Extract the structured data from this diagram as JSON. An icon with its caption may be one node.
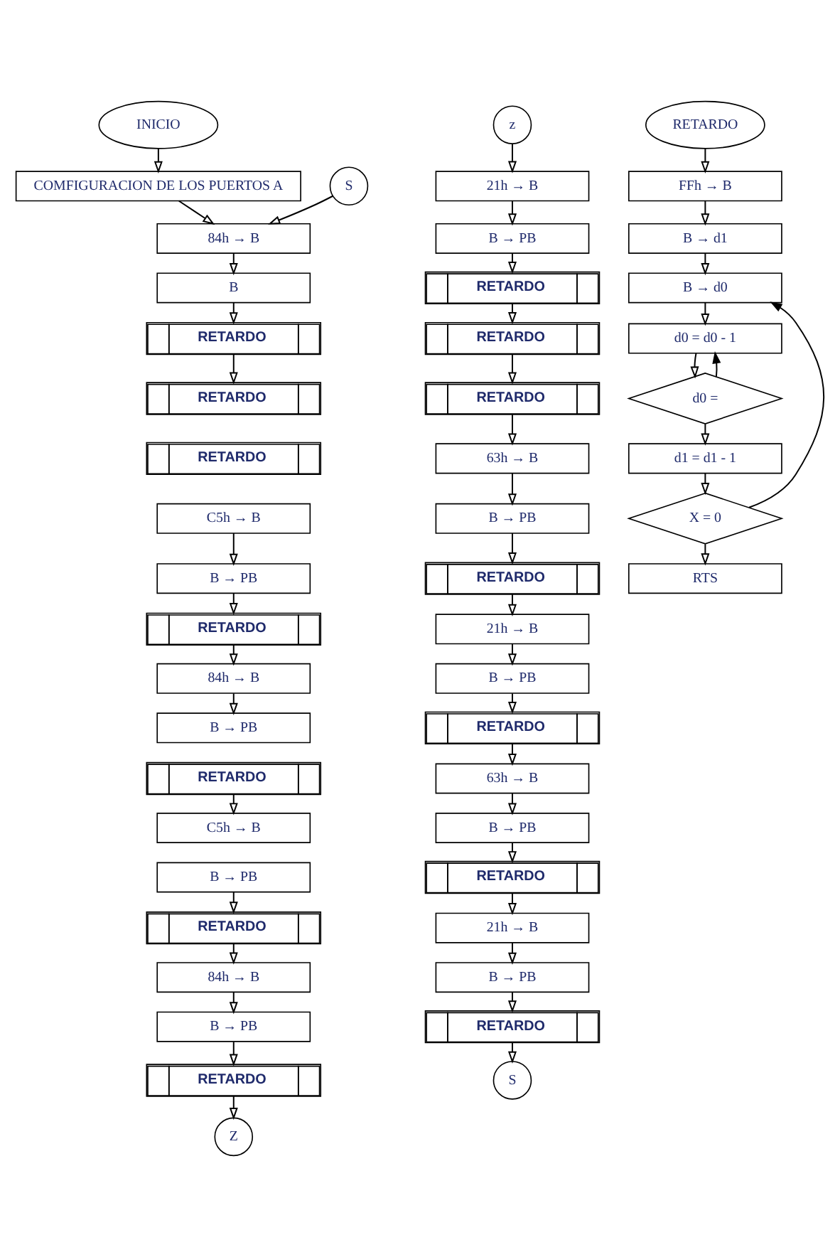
{
  "diagram": {
    "nodes": [
      {
        "text": [
          "INICIO"
        ]
      },
      {
        "text": [
          "COMFIGURACION DE LOS PUERTOS A"
        ]
      },
      {
        "text": [
          "S"
        ]
      },
      {
        "text": [
          "84h → B"
        ]
      },
      {
        "text": [
          "B"
        ]
      },
      {
        "text": [
          "RETARDO"
        ]
      },
      {
        "text": [
          "RETARDO"
        ]
      },
      {
        "text": [
          "RETARDO"
        ]
      },
      {
        "text": [
          "C5h → B"
        ]
      },
      {
        "text": [
          "B → PB"
        ]
      },
      {
        "text": [
          "RETARDO"
        ]
      },
      {
        "text": [
          "84h → B"
        ]
      },
      {
        "text": [
          "B → PB"
        ]
      },
      {
        "text": [
          "RETARDO"
        ]
      },
      {
        "text": [
          "C5h → B"
        ]
      },
      {
        "text": [
          "B → PB"
        ]
      },
      {
        "text": [
          "RETARDO"
        ]
      },
      {
        "text": [
          "84h → B"
        ]
      },
      {
        "text": [
          "B → PB"
        ]
      },
      {
        "text": [
          "RETARDO"
        ]
      },
      {
        "text": [
          "Z"
        ]
      },
      {
        "text": [
          "z"
        ]
      },
      {
        "text": [
          "21h → B"
        ]
      },
      {
        "text": [
          "B → PB"
        ]
      },
      {
        "text": [
          "RETARDO"
        ]
      },
      {
        "text": [
          "RETARDO"
        ]
      },
      {
        "text": [
          "RETARDO"
        ]
      },
      {
        "text": [
          "63h → B"
        ]
      },
      {
        "text": [
          "B → PB"
        ]
      },
      {
        "text": [
          "RETARDO"
        ]
      },
      {
        "text": [
          "21h → B"
        ]
      },
      {
        "text": [
          "B → PB"
        ]
      },
      {
        "text": [
          "RETARDO"
        ]
      },
      {
        "text": [
          "63h → B"
        ]
      },
      {
        "text": [
          "B → PB"
        ]
      },
      {
        "text": [
          "RETARDO"
        ]
      },
      {
        "text": [
          "21h → B"
        ]
      },
      {
        "text": [
          "B → PB"
        ]
      },
      {
        "text": [
          "RETARDO"
        ]
      },
      {
        "text": [
          "S"
        ]
      },
      {
        "text": [
          "RETARDO"
        ]
      },
      {
        "text": [
          "FFh → B"
        ]
      },
      {
        "text": [
          "B → d1"
        ]
      },
      {
        "text": [
          "B → d0"
        ]
      },
      {
        "text": [
          "d0 = d0 - 1"
        ]
      },
      {
        "text": [
          "d0 ="
        ]
      },
      {
        "text": [
          "d1 = d1 - 1"
        ]
      },
      {
        "text": [
          "X = 0"
        ]
      },
      {
        "text": [
          "RTS"
        ]
      }
    ],
    "edges": [
      {
        "from": 0,
        "to": 1,
        "arrow": "to"
      },
      {
        "from": 1,
        "to": 3,
        "arrow": "to"
      },
      {
        "from": 2,
        "to": 3,
        "arrow": "to"
      },
      {
        "from": 3,
        "to": 4,
        "arrow": "to"
      },
      {
        "from": 4,
        "to": 5,
        "arrow": "to"
      },
      {
        "from": 5,
        "to": 6,
        "arrow": "to"
      },
      {
        "from": 8,
        "to": 9,
        "arrow": "to"
      },
      {
        "from": 9,
        "to": 10,
        "arrow": "to"
      },
      {
        "from": 10,
        "to": 11,
        "arrow": "to"
      },
      {
        "from": 11,
        "to": 12,
        "arrow": "to"
      },
      {
        "from": 13,
        "to": 14,
        "arrow": "to"
      },
      {
        "from": 15,
        "to": 16,
        "arrow": "to"
      },
      {
        "from": 16,
        "to": 17,
        "arrow": "to"
      },
      {
        "from": 17,
        "to": 18,
        "arrow": "to"
      },
      {
        "from": 18,
        "to": 19,
        "arrow": "to"
      },
      {
        "from": 19,
        "to": 20,
        "arrow": "to"
      },
      {
        "from": 21,
        "to": 22,
        "arrow": "to"
      },
      {
        "from": 22,
        "to": 23,
        "arrow": "to"
      },
      {
        "from": 23,
        "to": 24,
        "arrow": "to"
      },
      {
        "from": 24,
        "to": 25,
        "arrow": "to"
      },
      {
        "from": 25,
        "to": 26,
        "arrow": "to"
      },
      {
        "from": 26,
        "to": 27,
        "arrow": "to"
      },
      {
        "from": 27,
        "to": 28,
        "arrow": "to"
      },
      {
        "from": 28,
        "to": 29,
        "arrow": "to"
      },
      {
        "from": 29,
        "to": 30,
        "arrow": "to"
      },
      {
        "from": 30,
        "to": 31,
        "arrow": "to"
      },
      {
        "from": 31,
        "to": 32,
        "arrow": "to"
      },
      {
        "from": 32,
        "to": 33,
        "arrow": "to"
      },
      {
        "from": 33,
        "to": 34,
        "arrow": "to"
      },
      {
        "from": 34,
        "to": 35,
        "arrow": "to"
      },
      {
        "from": 35,
        "to": 36,
        "arrow": "to"
      },
      {
        "from": 36,
        "to": 37,
        "arrow": "to"
      },
      {
        "from": 37,
        "to": 38,
        "arrow": "to"
      },
      {
        "from": 38,
        "to": 39,
        "arrow": "to"
      },
      {
        "from": 40,
        "to": 41,
        "arrow": "to"
      },
      {
        "from": 41,
        "to": 42,
        "arrow": "to"
      },
      {
        "from": 42,
        "to": 43,
        "arrow": "to"
      },
      {
        "from": 43,
        "to": 44,
        "arrow": "to"
      },
      {
        "from": 44,
        "to": 45,
        "arrow": "to"
      },
      {
        "from": 45,
        "to": 44,
        "arrow": "to"
      },
      {
        "from": 45,
        "to": 46,
        "arrow": "to"
      },
      {
        "from": 46,
        "to": 47,
        "arrow": "to"
      },
      {
        "from": 47,
        "to": 43,
        "arrow": "to"
      },
      {
        "from": 47,
        "to": 48,
        "arrow": "to"
      }
    ]
  }
}
